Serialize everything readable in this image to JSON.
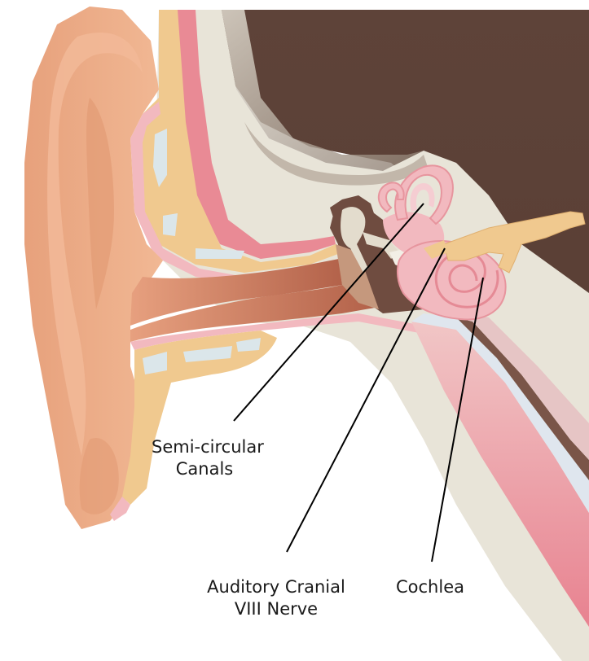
{
  "labels": {
    "semicircular_canals": {
      "line1": "Semi-circular",
      "line2": "Canals"
    },
    "auditory_nerve": {
      "line1": "Auditory Cranial",
      "line2": "VIII Nerve"
    },
    "cochlea": {
      "line1": "Cochlea"
    }
  },
  "colors": {
    "skull": "#5e4339",
    "bone": "#e8e4d8",
    "outer_ear": "#e9a884",
    "cartilage": "#f0c98f",
    "skin_pink": "#e98a95",
    "inner_ear": "#f2b9bf",
    "canal": "#d98f6f"
  }
}
